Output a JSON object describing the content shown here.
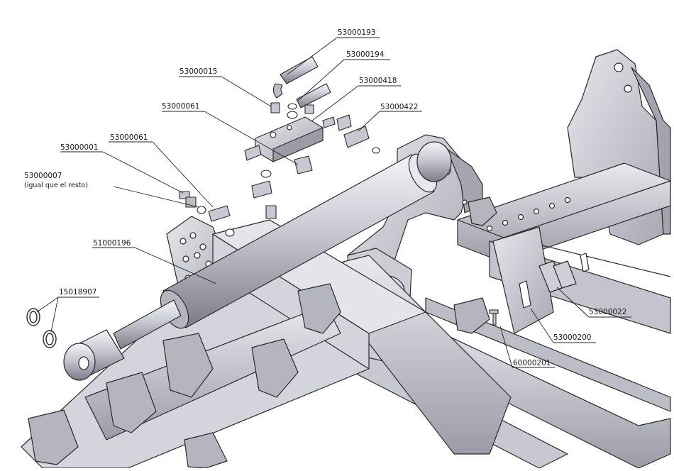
{
  "labels": {
    "p53000193": "53000193",
    "p53000194": "53000194",
    "p53000418": "53000418",
    "p53000422": "53000422",
    "p53000015": "53000015",
    "p53000061_top": "53000061",
    "p53000061_mid": "53000061",
    "p53000001": "53000001",
    "p53000007": "53000007",
    "p53000007_note": "(igual que el resto)",
    "p51000196": "51000196",
    "p15018907": "15018907",
    "p53000022": "53000022",
    "p53000200": "53000200",
    "p60000201": "60000201"
  },
  "colors": {
    "line": "#222222",
    "metal_light": "#d9d9e0",
    "metal_mid": "#b9b9c4",
    "metal_dark": "#8c8c99",
    "edge": "#2a2a2a"
  }
}
